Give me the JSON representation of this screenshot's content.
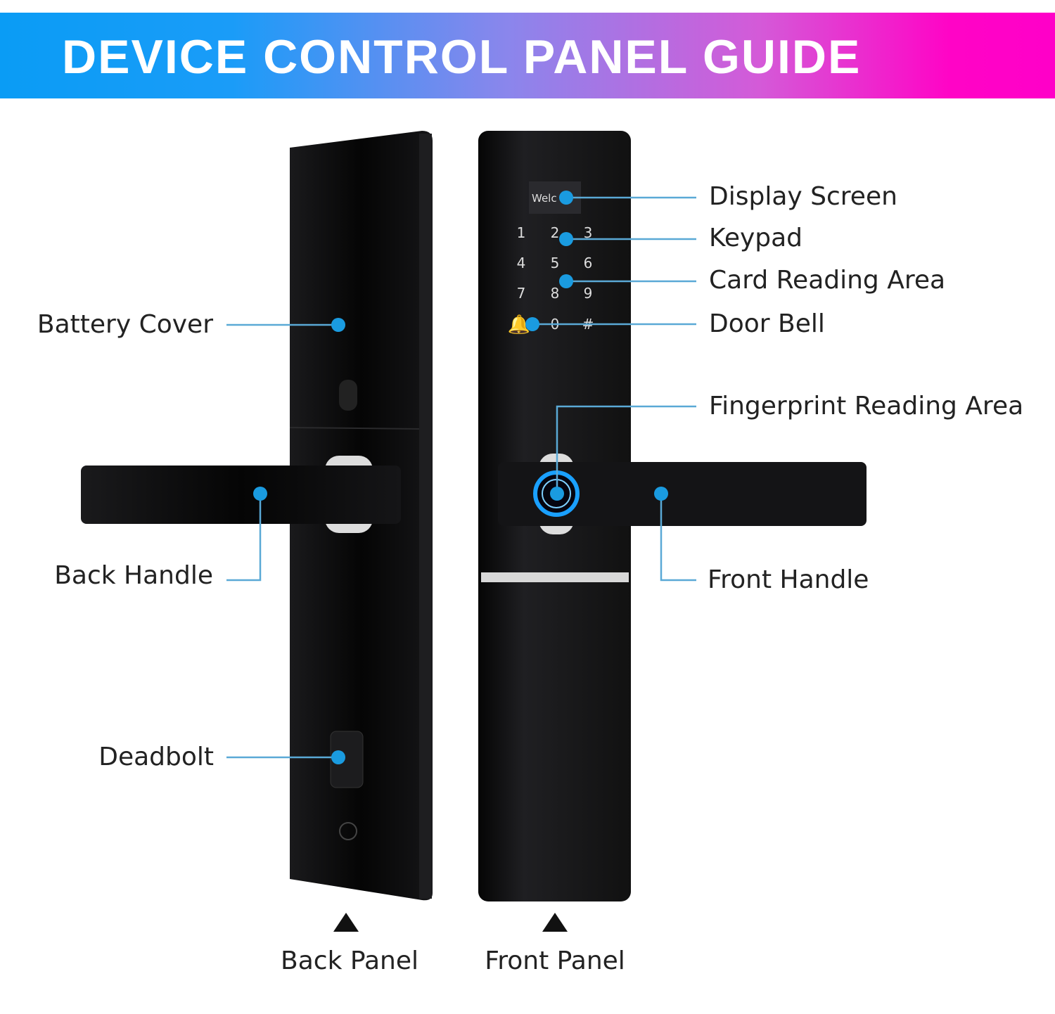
{
  "header": {
    "title": "DEVICE CONTROL PANEL GUIDE"
  },
  "colors": {
    "banner_start": "#0a9cf5",
    "banner_end": "#ff00c8",
    "callout": "#1a9be0",
    "line": "#5aa9d6",
    "device": "#0d0d0f"
  },
  "device": {
    "screen_text": "Welc",
    "keypad": [
      "1",
      "2",
      "3",
      "4",
      "5",
      "6",
      "7",
      "8",
      "9",
      "0",
      "#"
    ],
    "doorbell_icon": "bell-icon"
  },
  "labels": {
    "battery_cover": "Battery Cover",
    "back_handle": "Back Handle",
    "deadbolt": "Deadbolt",
    "display_screen": "Display Screen",
    "keypad": "Keypad",
    "card_reading_area": "Card Reading Area",
    "door_bell": "Door Bell",
    "fingerprint_reading_area": "Fingerprint Reading Area",
    "front_handle": "Front Handle",
    "back_panel": "Back Panel",
    "front_panel": "Front Panel"
  }
}
